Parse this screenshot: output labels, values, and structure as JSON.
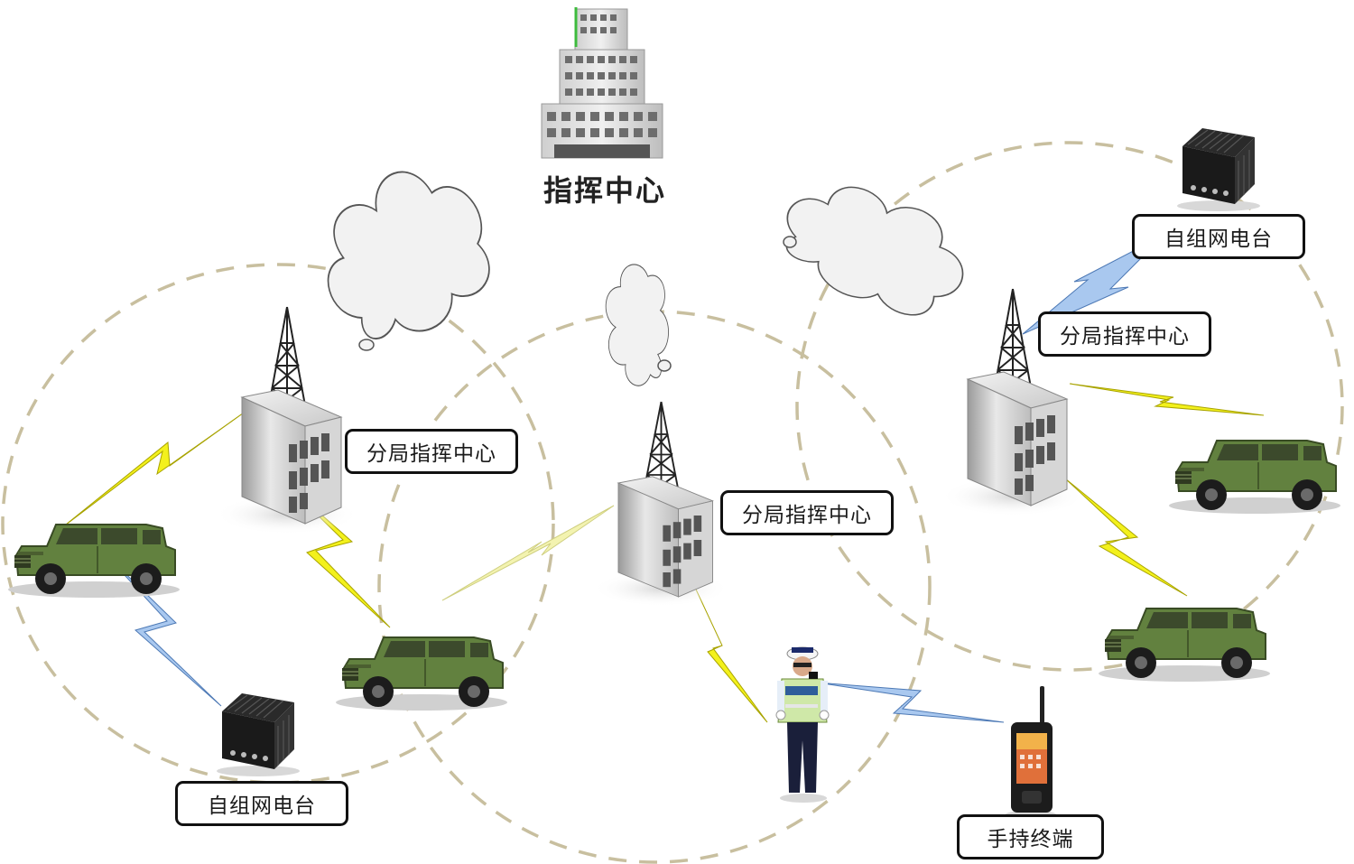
{
  "title": "指挥中心",
  "labels": {
    "substation_left": "分局指挥中心",
    "substation_center": "分局指挥中心",
    "substation_right": "分局指挥中心",
    "radio_left": "自组网电台",
    "radio_right": "自组网电台",
    "handheld": "手持终端"
  },
  "colors": {
    "coverage_ring": "#c8bf9f",
    "wireless_link_yellow": "#f3f11c",
    "wireless_link_blue": "#a9c8ef",
    "cloud_fill": "#f2f2f2",
    "vehicle_green": "#5d7a3b",
    "label_border": "#111111"
  },
  "icons": [
    "headquarters-building-icon",
    "cloud-icon",
    "signal-tower-icon",
    "office-building-icon",
    "military-vehicle-icon",
    "radio-station-icon",
    "traffic-police-icon",
    "handheld-terminal-icon"
  ]
}
